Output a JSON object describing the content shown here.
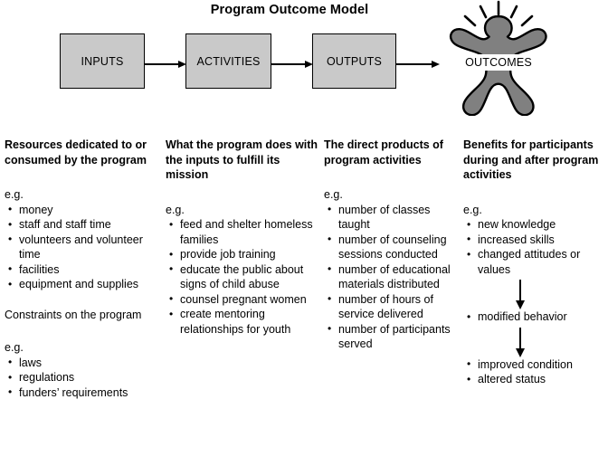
{
  "title": "Program Outcome Model",
  "flow": {
    "boxes": [
      {
        "label": "INPUTS",
        "name": "box-inputs"
      },
      {
        "label": "ACTIVITIES",
        "name": "box-activities"
      },
      {
        "label": "OUTPUTS",
        "name": "box-outputs"
      }
    ],
    "outcomes_label": "OUTCOMES",
    "figure_icon": "person-burst-icon",
    "colors": {
      "box_fill": "#c9c9c9",
      "box_stroke": "#000000",
      "figure_fill": "#808080",
      "figure_stroke": "#000000"
    }
  },
  "columns": [
    {
      "heading": "Resources dedicated to or consumed by the program",
      "eg_label": "e.g.",
      "items": [
        "money",
        "staff and staff time",
        "volunteers and volunteer time",
        "facilities",
        "equipment and supplies"
      ],
      "sub_heading": "Constraints on the program",
      "sub_eg_label": "e.g.",
      "sub_items": [
        "laws",
        "regulations",
        "funders’ requirements"
      ]
    },
    {
      "heading": "What the program does with the inputs to fulfill its mission",
      "eg_label": "e.g.",
      "items": [
        "feed and shelter homeless families",
        "provide job training",
        "educate the public about signs of child abuse",
        "counsel pregnant women",
        "create mentoring relationships for youth"
      ]
    },
    {
      "heading": "The direct products of program activities",
      "eg_label": "e.g.",
      "items": [
        "number of classes taught",
        "number of counseling sessions conducted",
        "number of educational materials distributed",
        "number of hours of service delivered",
        "number of participants served"
      ]
    },
    {
      "heading": "Benefits for participants during and after program activities",
      "eg_label": "e.g.",
      "group_1": [
        "new knowledge",
        "increased skills",
        "changed attitudes or values"
      ],
      "group_2": [
        "modified behavior"
      ],
      "group_3": [
        "improved condition",
        "altered status"
      ]
    }
  ]
}
